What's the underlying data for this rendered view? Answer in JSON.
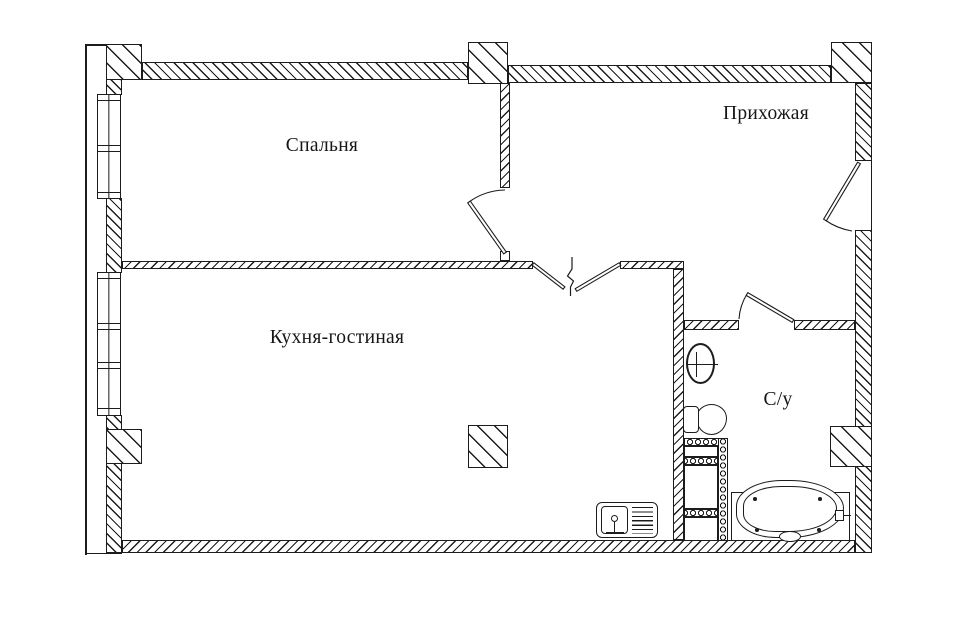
{
  "plan": {
    "type": "apartment-floor-plan",
    "rooms": [
      {
        "id": "bedroom",
        "label": "Спальня"
      },
      {
        "id": "hallway",
        "label": "Прихожая"
      },
      {
        "id": "kitchen-living",
        "label": "Кухня-гостиная"
      },
      {
        "id": "bathroom",
        "label": "С/у"
      }
    ],
    "fixtures": [
      "window",
      "window",
      "entrance-door",
      "bedroom-door",
      "bathroom-door",
      "kitchen-opening",
      "kitchen-sink",
      "wash-basin",
      "toilet",
      "plumbing-shaft",
      "bathtub"
    ],
    "colors": {
      "line": "#1c1c1c",
      "background": "#ffffff"
    }
  }
}
